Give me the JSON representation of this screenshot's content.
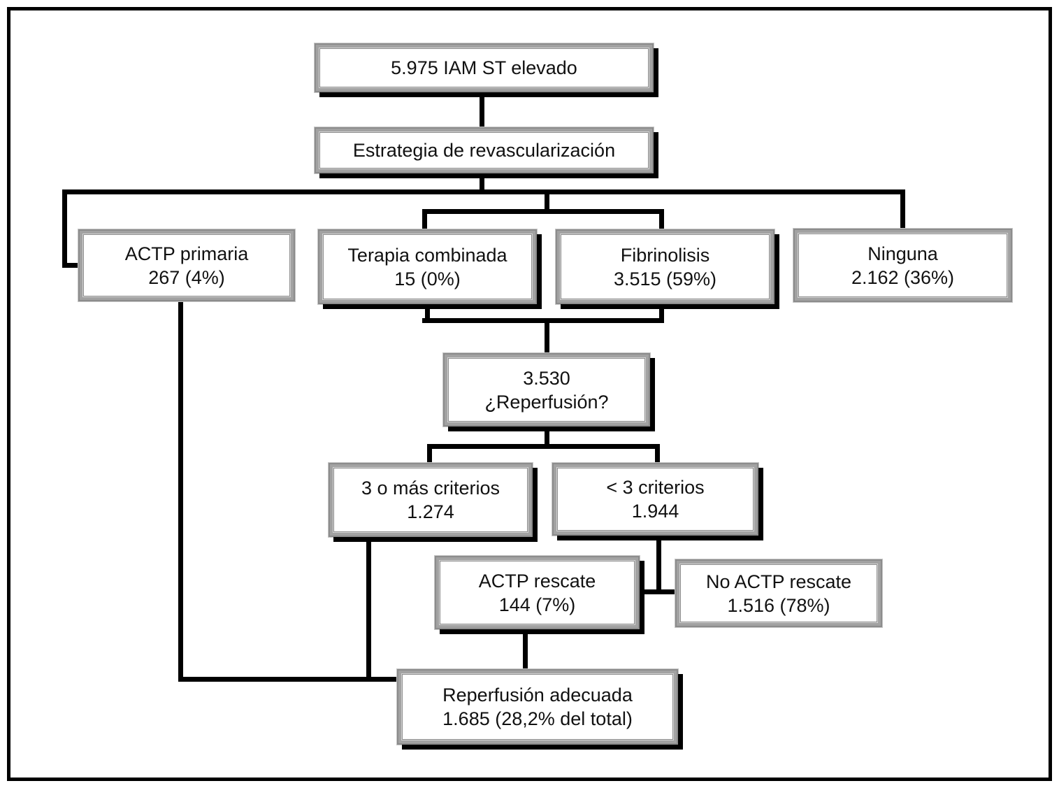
{
  "diagram": {
    "type": "flowchart",
    "language": "es",
    "colors": {
      "connector": "#000000",
      "frame_border": "#000000",
      "box_border_gray": "#a2a2a2",
      "box_background": "#ffffff",
      "text": "#111111"
    },
    "nodes": {
      "iam": {
        "label": "5.975 IAM ST elevado"
      },
      "estrategia": {
        "label": "Estrategia de revascularización"
      },
      "actp_primaria": {
        "label": "ACTP primaria",
        "value": "267 (4%)"
      },
      "terapia_combinada": {
        "label": "Terapia combinada",
        "value": "15 (0%)"
      },
      "fibrinolisis": {
        "label": "Fibrinolisis",
        "value": "3.515 (59%)"
      },
      "ninguna": {
        "label": "Ninguna",
        "value": "2.162 (36%)"
      },
      "reperfusion": {
        "label": "3.530",
        "value": "¿Reperfusión?"
      },
      "criterios_3_o_mas": {
        "label": "3 o más criterios",
        "value": "1.274"
      },
      "criterios_menos_de_3": {
        "label": "< 3 criterios",
        "value": "1.944"
      },
      "actp_rescate": {
        "label": "ACTP rescate",
        "value": "144 (7%)"
      },
      "no_actp_rescate": {
        "label": "No ACTP rescate",
        "value": "1.516 (78%)"
      },
      "reperfusion_adecuada": {
        "label": "Reperfusión adecuada",
        "value": "1.685 (28,2% del total)"
      }
    },
    "edges": [
      "iam -> estrategia",
      "estrategia -> actp_primaria",
      "estrategia -> terapia_combinada",
      "estrategia -> fibrinolisis",
      "estrategia -> ninguna",
      "terapia_combinada -> reperfusion",
      "fibrinolisis -> reperfusion",
      "reperfusion -> criterios_3_o_mas",
      "reperfusion -> criterios_menos_de_3",
      "criterios_menos_de_3 -> actp_rescate",
      "criterios_menos_de_3 -> no_actp_rescate",
      "actp_rescate -> reperfusion_adecuada",
      "actp_primaria -> reperfusion_adecuada",
      "criterios_3_o_mas -> reperfusion_adecuada"
    ]
  }
}
